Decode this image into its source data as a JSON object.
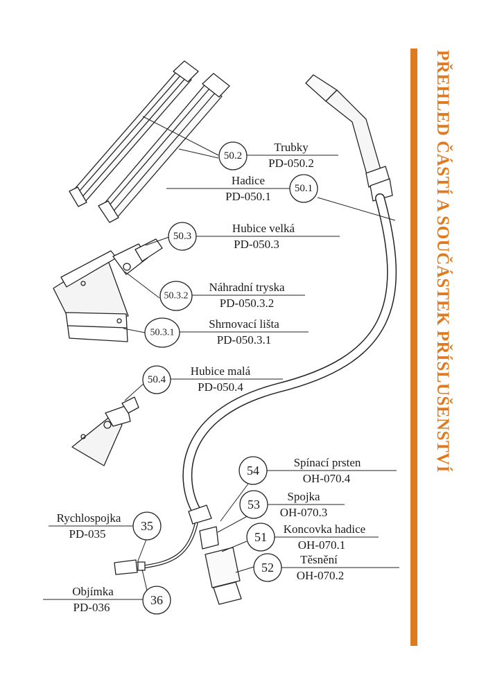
{
  "title": "PŘEHLED ČÁSTÍ A SOUČÁSTEK PŘÍSLUŠENSTVÍ",
  "accent_color": "#e07a1f",
  "parts": [
    {
      "num": "50.2",
      "name": "Trubky",
      "code": "PD-050.2"
    },
    {
      "num": "50.1",
      "name": "Hadice",
      "code": "PD-050.1"
    },
    {
      "num": "50.3",
      "name": "Hubice velká",
      "code": "PD-050.3"
    },
    {
      "num": "50.3.2",
      "name": "Náhradní tryska",
      "code": "PD-050.3.2"
    },
    {
      "num": "50.3.1",
      "name": "Shrnovací lišta",
      "code": "PD-050.3.1"
    },
    {
      "num": "50.4",
      "name": "Hubice malá",
      "code": "PD-050.4"
    },
    {
      "num": "54",
      "name": "Spínací prsten",
      "code": "OH-070.4"
    },
    {
      "num": "53",
      "name": "Spojka",
      "code": "OH-070.3"
    },
    {
      "num": "51",
      "name": "Koncovka hadice",
      "code": "OH-070.1"
    },
    {
      "num": "52",
      "name": "Těsnění",
      "code": "OH-070.2"
    },
    {
      "num": "35",
      "name": "Rychlospojka",
      "code": "PD-035"
    },
    {
      "num": "36",
      "name": "Objímka",
      "code": "PD-036"
    }
  ]
}
